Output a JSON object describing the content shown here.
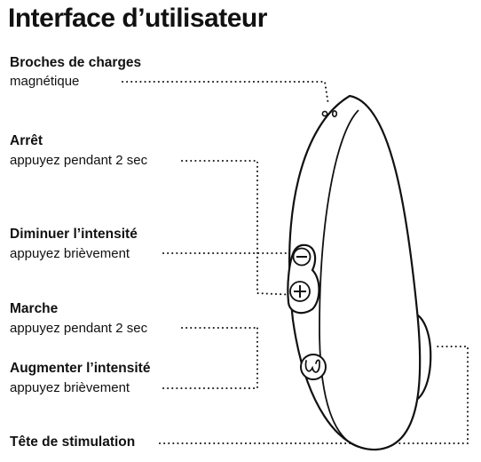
{
  "title": "Interface d’utilisateur",
  "callouts": [
    {
      "label": "Broches de charges",
      "detail": "magnétique"
    },
    {
      "label": "Arrêt",
      "detail": "appuyez pendant 2 sec"
    },
    {
      "label": "Diminuer l’intensité",
      "detail": "appuyez brièvement"
    },
    {
      "label": "Marche",
      "detail": "appuyez pendant 2 sec"
    },
    {
      "label": "Augmenter l’intensité",
      "detail": "appuyez brièvement"
    },
    {
      "label": "Tête de stimulation",
      "detail": ""
    }
  ],
  "device": {
    "buttons": [
      "minus-button",
      "plus-button",
      "logo-button"
    ]
  }
}
